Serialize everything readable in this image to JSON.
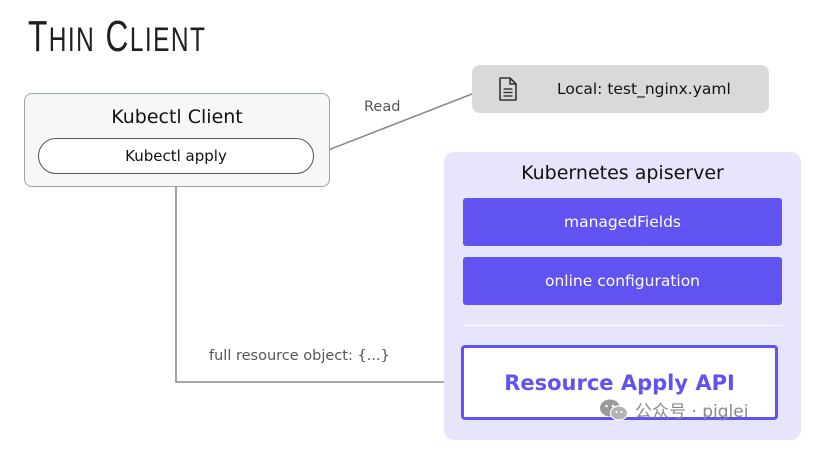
{
  "title": {
    "first_initial": "T",
    "first_rest": "hin",
    "second_initial": "C",
    "second_rest": "lient"
  },
  "client": {
    "title": "Kubectl Client",
    "command": "Kubectl apply"
  },
  "local_file": {
    "label": "Local: test_nginx.yaml",
    "icon": "document-icon"
  },
  "apiserver": {
    "title": "Kubernetes apiserver",
    "items": [
      "managedFields",
      "online configuration"
    ],
    "apply_api": "Resource Apply API"
  },
  "edges": {
    "read": "Read",
    "payload": "full resource object: {...}"
  },
  "watermark": {
    "text": "公众号 · piglei",
    "icon": "wechat-icon"
  },
  "colors": {
    "accent": "#6152f2",
    "panel": "#e6e5fc",
    "local_box": "#d9d9d9",
    "client_border": "#9aa6a4",
    "arrow": "#8a8a8a"
  }
}
